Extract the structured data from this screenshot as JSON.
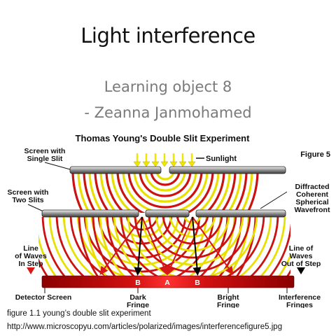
{
  "slide": {
    "title": "Light interference",
    "subtitle_line1": "Learning object 8",
    "subtitle_line2": "- Zeanna Janmohamed"
  },
  "figure": {
    "heading": "Thomas Young's Double Slit Experiment",
    "figure_label": "Figure 5",
    "labels": {
      "screen_single_slit_1": "Screen with",
      "screen_single_slit_2": "Single Slit",
      "sunlight": "Sunlight",
      "screen_two_slits_1": "Screen with",
      "screen_two_slits_2": "Two Slits",
      "diffracted_1": "Diffracted",
      "diffracted_2": "Coherent",
      "diffracted_3": "Spherical",
      "diffracted_4": "Wavefront",
      "in_step_1": "Line",
      "in_step_2": "of Waves",
      "in_step_3": "In Step",
      "out_step_1": "Line of",
      "out_step_2": "Waves",
      "out_step_3": "Out of Step",
      "detector_screen": "Detector Screen",
      "dark_fringe_1": "Dark",
      "dark_fringe_2": "Fringe",
      "bright_fringe_1": "Bright",
      "bright_fringe_2": "Fringe",
      "interference_1": "Interference",
      "interference_2": "Fringes",
      "letter_b_left": "B",
      "letter_a": "A",
      "letter_b_right": "B"
    },
    "colors": {
      "wave_red": "#cc1111",
      "wave_yellow": "#e8e000",
      "arrow_yellow": "#f2e600",
      "detector_red": "#b00000"
    }
  },
  "captions": {
    "line1": "figure 1.1 young’s double slit experiment",
    "line2": "http://www.microscopyu.com/articles/polarized/images/interferencefigure5.jpg"
  }
}
